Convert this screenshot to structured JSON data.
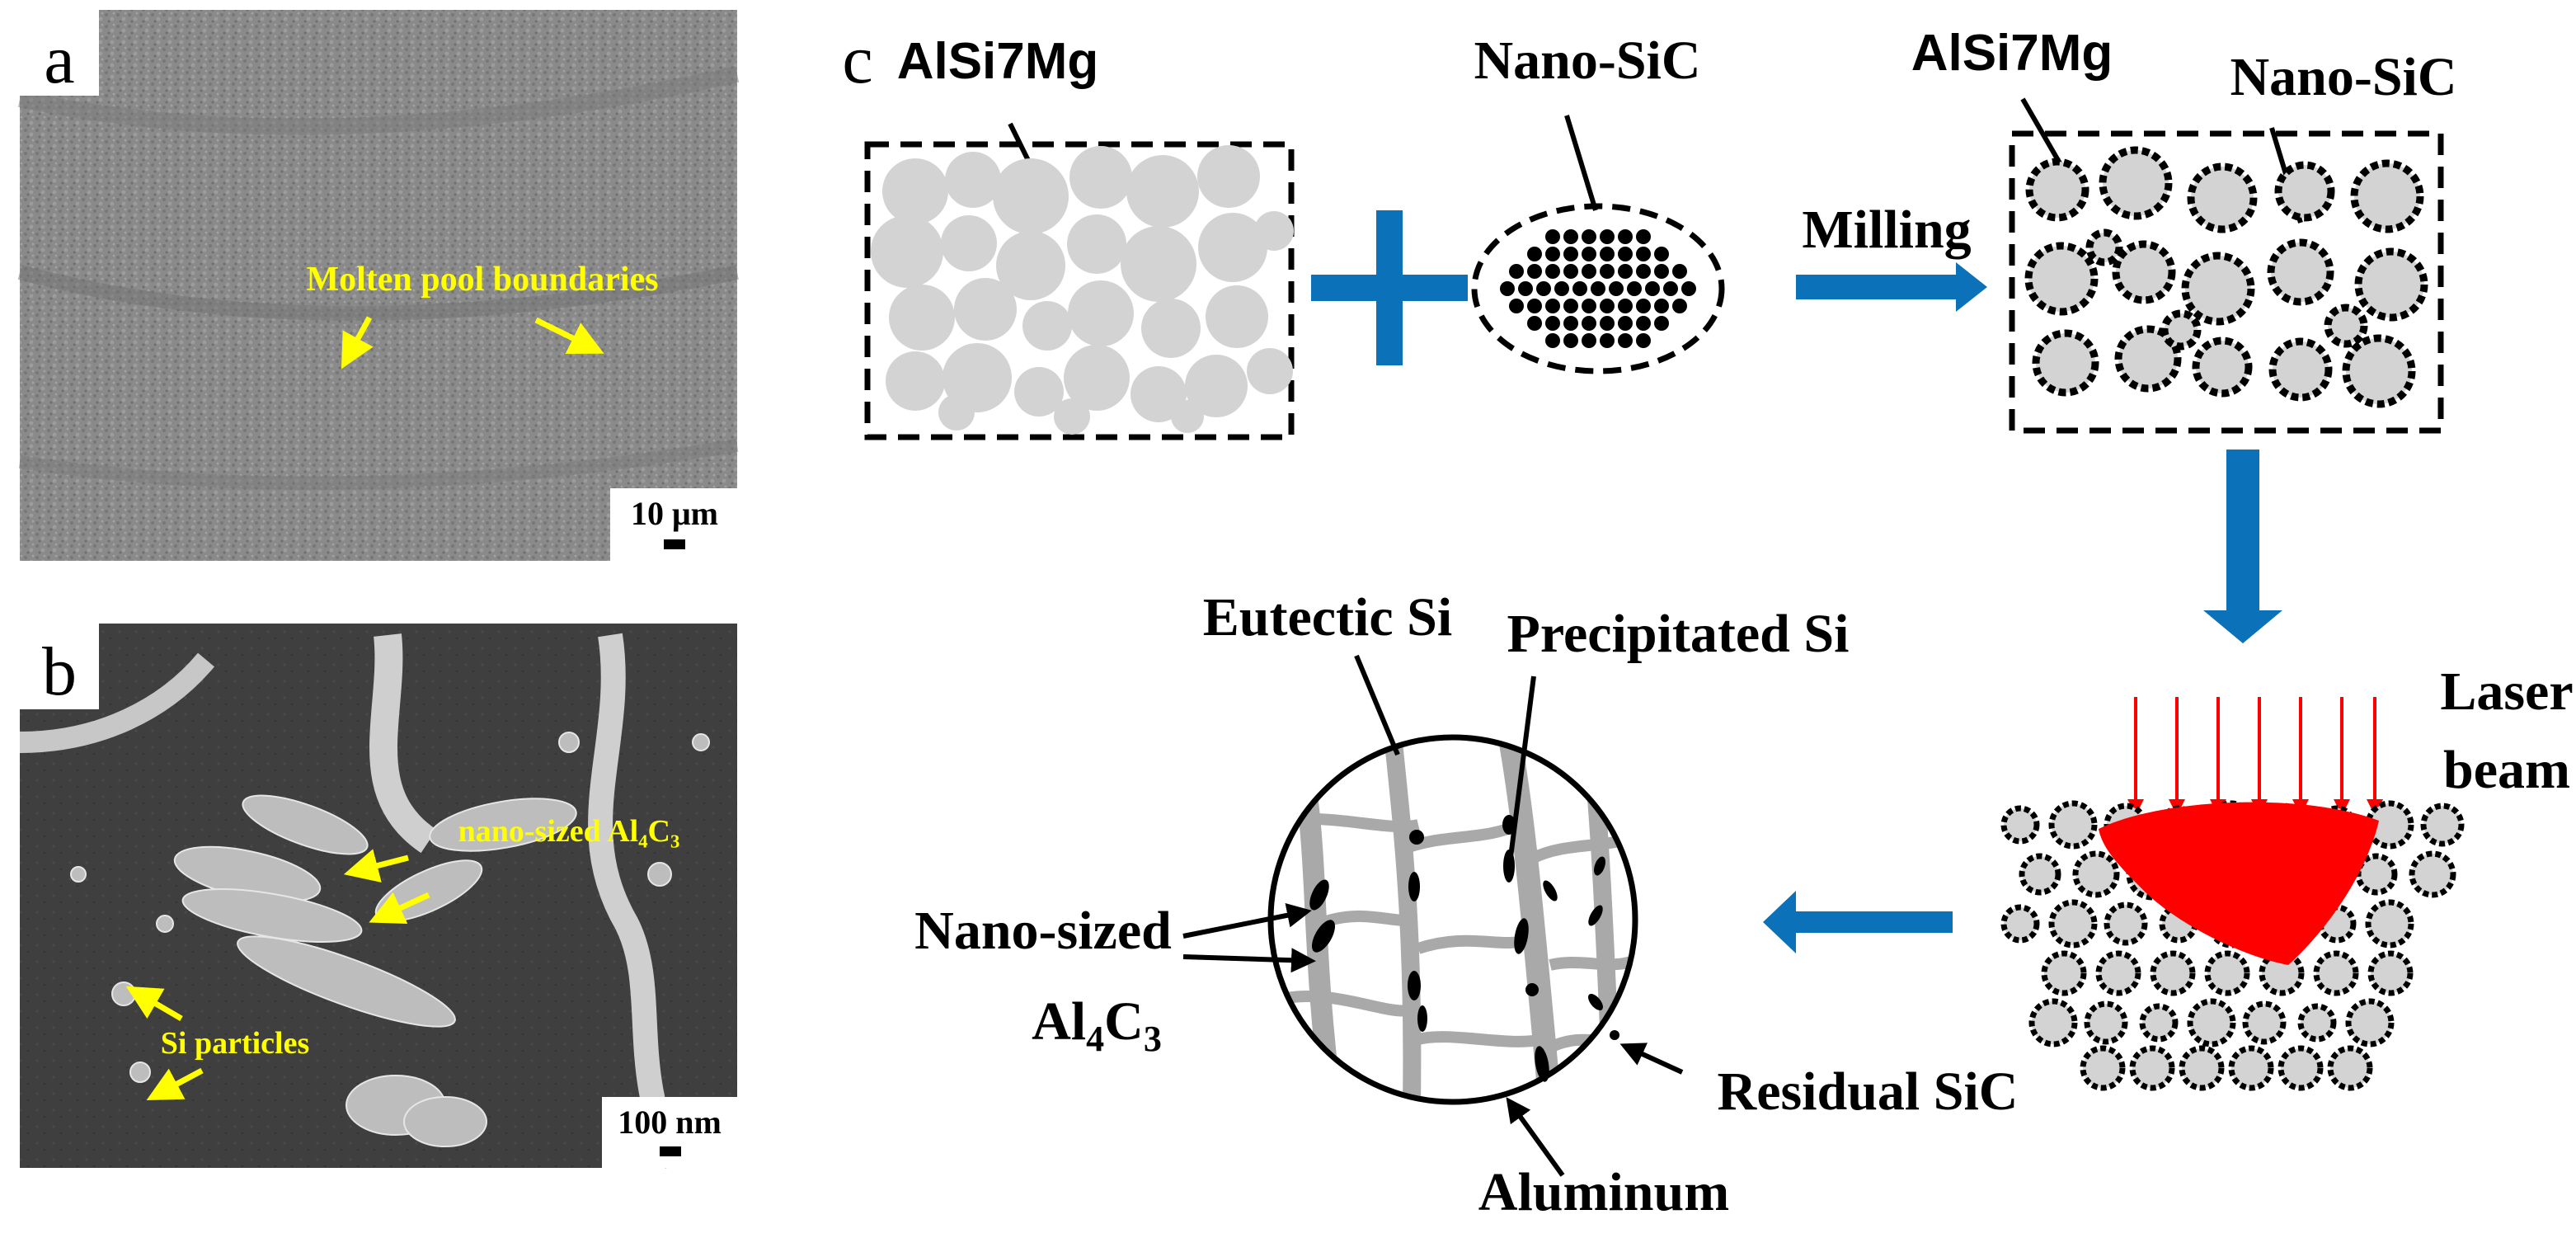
{
  "panel_a": {
    "letter": "a",
    "annotation": "Molten pool boundaries",
    "scale_bar": "10 μm"
  },
  "panel_b": {
    "letter": "b",
    "annotation_al4c3": "nano-sized Al₄C₃",
    "annotation_si": "Si particles",
    "scale_bar": "100 nm"
  },
  "panel_c": {
    "letter": "c",
    "powder_label": "AlSi7Mg",
    "nano_label": "Nano-SiC",
    "step_milling": "Milling",
    "mixed_powder_label": "AlSi7Mg",
    "mixed_nano_label": "Nano-SiC",
    "laser_line1": "Laser",
    "laser_line2": "beam",
    "eutectic": "Eutectic Si",
    "precipitated": "Precipitated Si",
    "nano_sized_line1": "Nano-sized",
    "al4c3_base1": "Al",
    "al4c3_sub1": "4",
    "al4c3_base2": "C",
    "al4c3_sub2": "3",
    "residual": "Residual SiC",
    "aluminum": "Aluminum"
  },
  "colors": {
    "sem_label": "#ffff00",
    "arrow_blue": "#0b72b9",
    "laser_red": "#ff0000",
    "particle_gray": "#d3d3d3"
  }
}
